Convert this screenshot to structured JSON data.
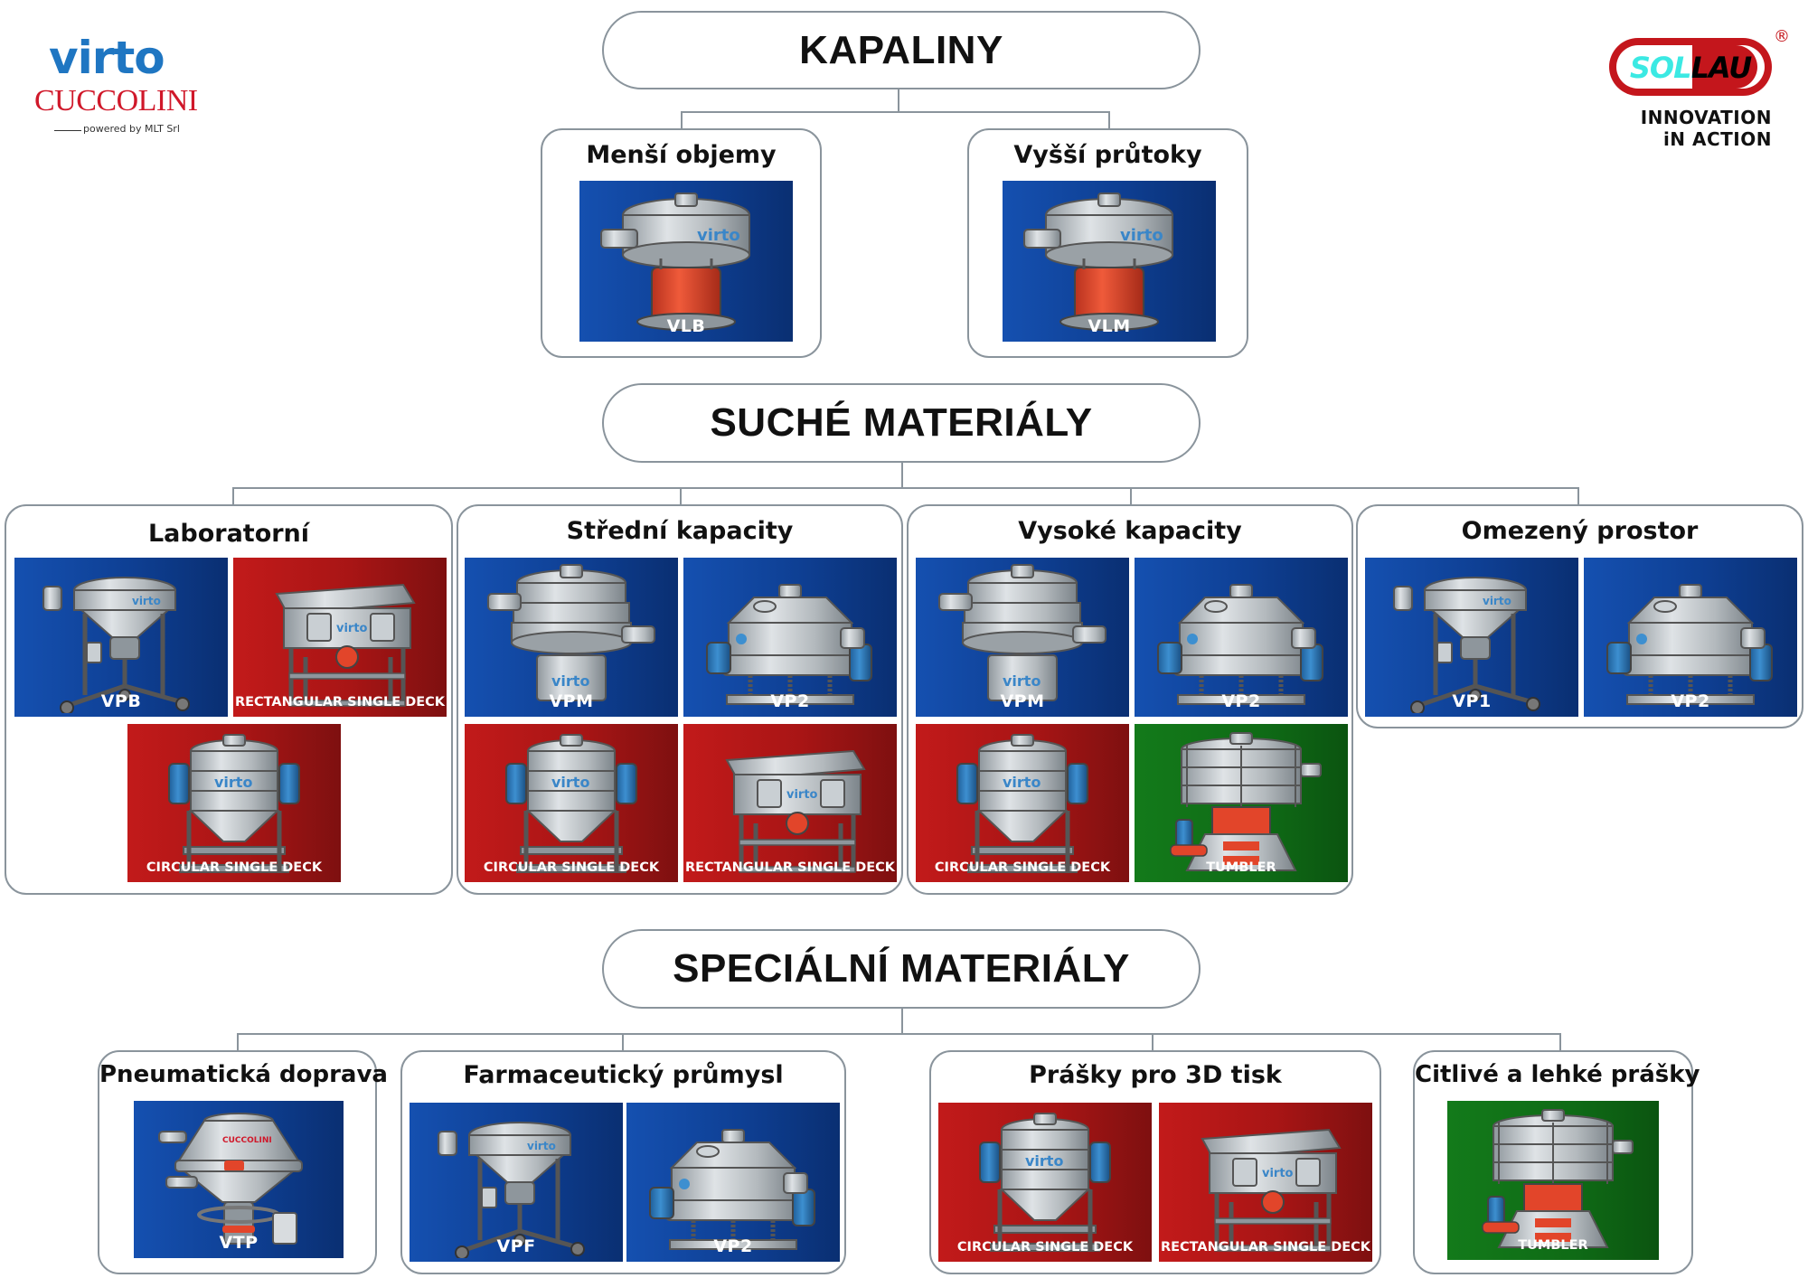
{
  "logos": {
    "left": {
      "brand_top": "virto",
      "brand_bottom": "CUCCOLINI",
      "tagline": "powered by MLT Srl",
      "colors": {
        "virto": "#1f76c2",
        "cuccolini": "#d0182a"
      }
    },
    "right": {
      "brand": "SOLLAU",
      "registered_mark": "®",
      "tagline_line1": "INNOVATION",
      "tagline_line2": "iN ACTION",
      "colors": {
        "badge": "#c4161c",
        "text": "#111111"
      }
    }
  },
  "colors": {
    "tile_blue": "#1550b0",
    "tile_red": "#c21a1a",
    "tile_green": "#137a1a",
    "connector": "#8a949c"
  },
  "sections": {
    "liquids": {
      "title": "KAPALINY",
      "groups": [
        {
          "title": "Menší objemy",
          "tiles": [
            {
              "label": "VLB",
              "color": "blue",
              "icon": "vibro-separator-vlb-icon"
            }
          ]
        },
        {
          "title": "Vyšší průtoky",
          "tiles": [
            {
              "label": "VLM",
              "color": "blue",
              "icon": "vibro-separator-vlm-icon"
            }
          ]
        }
      ]
    },
    "dry": {
      "title": "SUCHÉ MATERIÁLY",
      "groups": [
        {
          "title": "Laboratorní",
          "tiles": [
            {
              "label": "VPB",
              "color": "blue",
              "icon": "lab-sieve-vpb-icon"
            },
            {
              "label": "RECTANGULAR SINGLE DECK",
              "color": "red",
              "icon": "rectangular-sieve-icon"
            },
            {
              "label": "CIRCULAR SINGLE DECK",
              "color": "red",
              "icon": "circular-sieve-icon"
            }
          ]
        },
        {
          "title": "Střední kapacity",
          "tiles": [
            {
              "label": "VPM",
              "color": "blue",
              "icon": "vibro-separator-vpm-icon"
            },
            {
              "label": "VP2",
              "color": "blue",
              "icon": "vibro-separator-vp2-icon"
            },
            {
              "label": "CIRCULAR SINGLE DECK",
              "color": "red",
              "icon": "circular-sieve-icon"
            },
            {
              "label": "RECTANGULAR SINGLE DECK",
              "color": "red",
              "icon": "rectangular-sieve-icon"
            }
          ]
        },
        {
          "title": "Vysoké kapacity",
          "tiles": [
            {
              "label": "VPM",
              "color": "blue",
              "icon": "vibro-separator-vpm-icon"
            },
            {
              "label": "VP2",
              "color": "blue",
              "icon": "vibro-separator-vp2-icon"
            },
            {
              "label": "CIRCULAR SINGLE DECK",
              "color": "red",
              "icon": "circular-sieve-icon"
            },
            {
              "label": "TUMBLER",
              "color": "green",
              "icon": "tumbler-sieve-icon"
            }
          ]
        },
        {
          "title": "Omezený prostor",
          "tiles": [
            {
              "label": "VP1",
              "color": "blue",
              "icon": "vibro-separator-vp1-icon"
            },
            {
              "label": "VP2",
              "color": "blue",
              "icon": "vibro-separator-vp2-icon"
            }
          ]
        }
      ]
    },
    "special": {
      "title": "SPECIÁLNÍ MATERIÁLY",
      "groups": [
        {
          "title": "Pneumatická doprava",
          "tiles": [
            {
              "label": "VTP",
              "color": "blue",
              "icon": "pneumatic-sieve-vtp-icon"
            }
          ]
        },
        {
          "title": "Farmaceutický průmysl",
          "tiles": [
            {
              "label": "VPF",
              "color": "blue",
              "icon": "pharma-sieve-vpf-icon"
            },
            {
              "label": "VP2",
              "color": "blue",
              "icon": "vibro-separator-vp2-icon"
            }
          ]
        },
        {
          "title": "Prášky pro 3D tisk",
          "tiles": [
            {
              "label": "CIRCULAR SINGLE DECK",
              "color": "red",
              "icon": "circular-sieve-icon"
            },
            {
              "label": "RECTANGULAR SINGLE DECK",
              "color": "red",
              "icon": "rectangular-sieve-icon"
            }
          ]
        },
        {
          "title": "Citlivé a lehké prášky",
          "tiles": [
            {
              "label": "TUMBLER",
              "color": "green",
              "icon": "tumbler-sieve-icon"
            }
          ]
        }
      ]
    }
  }
}
